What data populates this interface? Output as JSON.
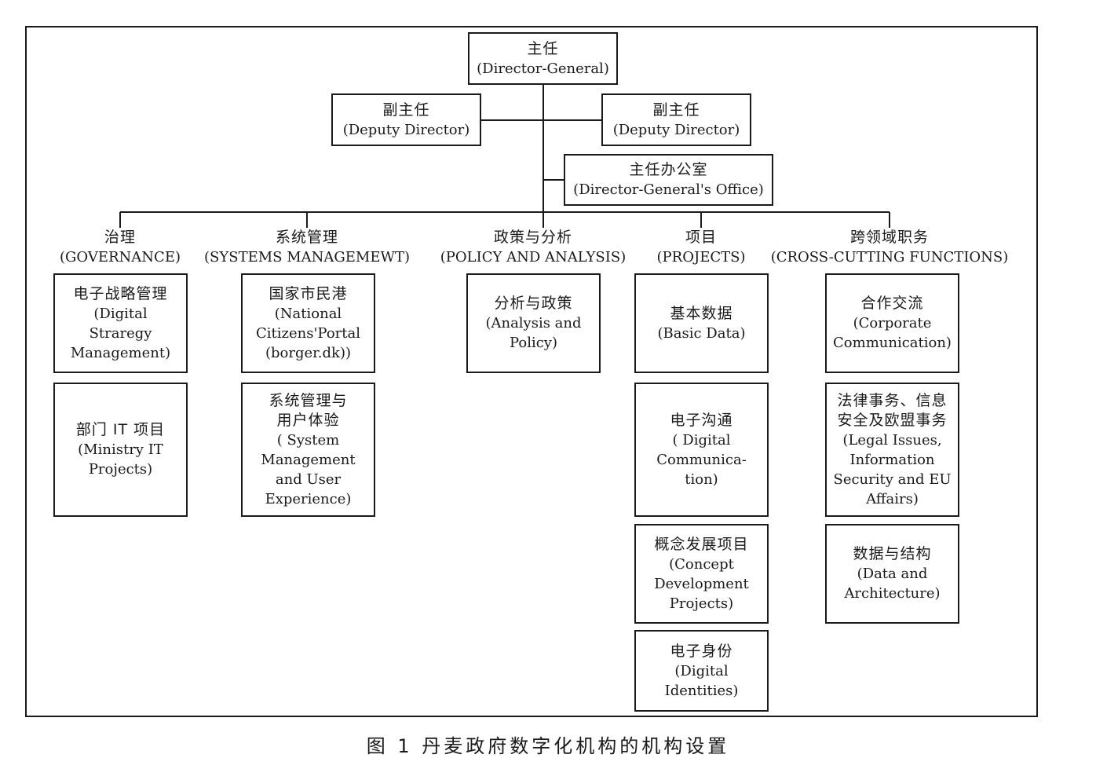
{
  "top": {
    "director": {
      "zh": "主任",
      "en": "(Director-General)"
    },
    "deputy_left": {
      "zh": "副主任",
      "en": "(Deputy Director)"
    },
    "deputy_right": {
      "zh": "副主任",
      "en": "(Deputy Director)"
    },
    "office": {
      "zh": "主任办公室",
      "en": "(Director-General's Office)"
    }
  },
  "divisions": [
    {
      "zh": "治理",
      "en": "(GOVERNANCE)",
      "units": [
        {
          "zh": "电子战略管理",
          "en": "(Digital\nStraregy\nManagement)"
        },
        {
          "zh": "部门 IT 项目",
          "en": "(Ministry IT\nProjects)"
        }
      ]
    },
    {
      "zh": "系统管理",
      "en": "(SYSTEMS MANAGEMEWT)",
      "units": [
        {
          "zh": "国家市民港",
          "en": "(National\nCitizens'Portal\n(borger.dk))"
        },
        {
          "zh": "系统管理与\n用户体验",
          "en": "( System\nManagement\nand User\nExperience)"
        }
      ]
    },
    {
      "zh": "政策与分析",
      "en": "(POLICY AND ANALYSIS)",
      "units": [
        {
          "zh": "分析与政策",
          "en": "(Analysis and\nPolicy)"
        }
      ]
    },
    {
      "zh": "项目",
      "en": "(PROJECTS)",
      "units": [
        {
          "zh": "基本数据",
          "en": "(Basic Data)"
        },
        {
          "zh": "电子沟通",
          "en": "( Digital\nCommunica-\ntion)"
        },
        {
          "zh": "概念发展项目",
          "en": "(Concept\nDevelopment\nProjects)"
        },
        {
          "zh": "电子身份",
          "en": "(Digital\nIdentities)"
        }
      ]
    },
    {
      "zh": "跨领域职务",
      "en": "(CROSS-CUTTING FUNCTIONS)",
      "units": [
        {
          "zh": "合作交流",
          "en": "(Corporate\nCommunication)"
        },
        {
          "zh": "法律事务、信息\n安全及欧盟事务",
          "en": "(Legal Issues,\nInformation\nSecurity and EU\nAffairs)"
        },
        {
          "zh": "数据与结构",
          "en": "(Data and\nArchitecture)"
        }
      ]
    }
  ],
  "caption": "图 1  丹麦政府数字化机构的机构设置"
}
